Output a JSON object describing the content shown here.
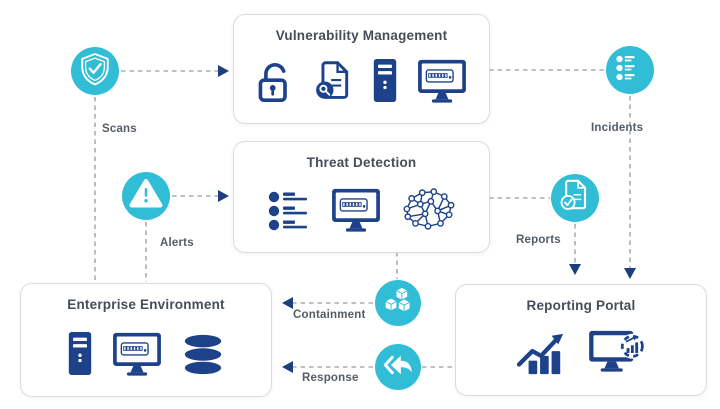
{
  "diagram": {
    "boxes": {
      "vm": {
        "title": "Vulnerability Management",
        "icons": [
          "open-padlock-icon",
          "document-scan-icon",
          "server-tower-icon",
          "monitor-keyboard-icon"
        ]
      },
      "td": {
        "title": "Threat Detection",
        "icons": [
          "bullet-list-icon",
          "monitor-keyboard-icon",
          "neural-network-icon"
        ]
      },
      "ee": {
        "title": "Enterprise Environment",
        "icons": [
          "server-tower-icon",
          "monitor-keyboard-icon",
          "database-icon"
        ]
      },
      "rp": {
        "title": "Reporting Portal",
        "icons": [
          "growth-chart-icon",
          "monitor-analytics-icon"
        ]
      }
    },
    "badges": {
      "scans": {
        "label": "Scans",
        "icon": "shield-check-icon"
      },
      "alerts": {
        "label": "Alerts",
        "icon": "alert-triangle-icon"
      },
      "incidents": {
        "label": "Incidents",
        "icon": "list-icon"
      },
      "reports": {
        "label": "Reports",
        "icon": "document-check-icon"
      },
      "containment": {
        "label": "Containment",
        "icon": "cubes-icon"
      },
      "response": {
        "label": "Response",
        "icon": "reply-arrow-icon"
      }
    },
    "colors": {
      "badge_teal": "#31bdd6",
      "icon_navy": "#1d4289",
      "arrowhead_navy": "#1e3f7d",
      "connector_gray": "#a6adb5",
      "title_text": "#474d57",
      "label_text": "#555c66",
      "box_border": "#d9dde2",
      "background": "#ffffff"
    }
  }
}
